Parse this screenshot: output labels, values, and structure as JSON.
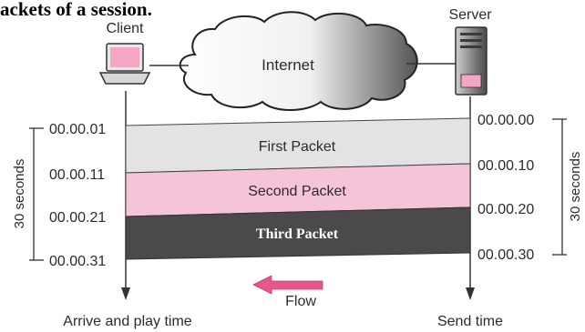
{
  "caption_fragment": "ackets of a session.",
  "endpoints": {
    "client_label": "Client",
    "server_label": "Server",
    "network_label": "Internet"
  },
  "receiver_times": [
    "00.00.01",
    "00.00.11",
    "00.00.21",
    "00.00.31"
  ],
  "sender_times": [
    "00.00.00",
    "00.00.10",
    "00.00.20",
    "00.00.30"
  ],
  "packets": [
    {
      "label": "First Packet",
      "color": "#e3e3e3",
      "text_color": "#333333"
    },
    {
      "label": "Second Packet",
      "color": "#f6c4d8",
      "text_color": "#333333"
    },
    {
      "label": "Third Packet",
      "color": "#4a4a4a",
      "text_color": "#ffffff"
    }
  ],
  "left_duration_label": "30 seconds",
  "right_duration_label": "30 seconds",
  "flow_label": "Flow",
  "colors": {
    "flow_arrow": "#e8558e",
    "axis": "#333333",
    "accent_pink": "#e8558e"
  },
  "bottom_labels": {
    "receiver": "Arrive and play time",
    "sender": "Send time"
  }
}
